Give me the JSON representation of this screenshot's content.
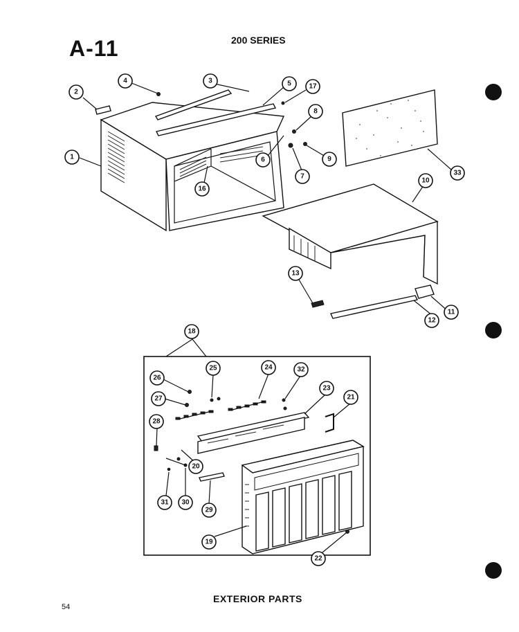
{
  "header": {
    "page_code": "A-11",
    "series": "200 SERIES"
  },
  "footer": {
    "section_title": "EXTERIOR PARTS",
    "page_number": "54"
  },
  "callouts": [
    "1",
    "2",
    "3",
    "4",
    "5",
    "17",
    "8",
    "6",
    "7",
    "9",
    "33",
    "16",
    "10",
    "13",
    "11",
    "12",
    "18",
    "25",
    "24",
    "32",
    "26",
    "23",
    "21",
    "27",
    "28",
    "20",
    "29",
    "31",
    "30",
    "19",
    "22"
  ]
}
